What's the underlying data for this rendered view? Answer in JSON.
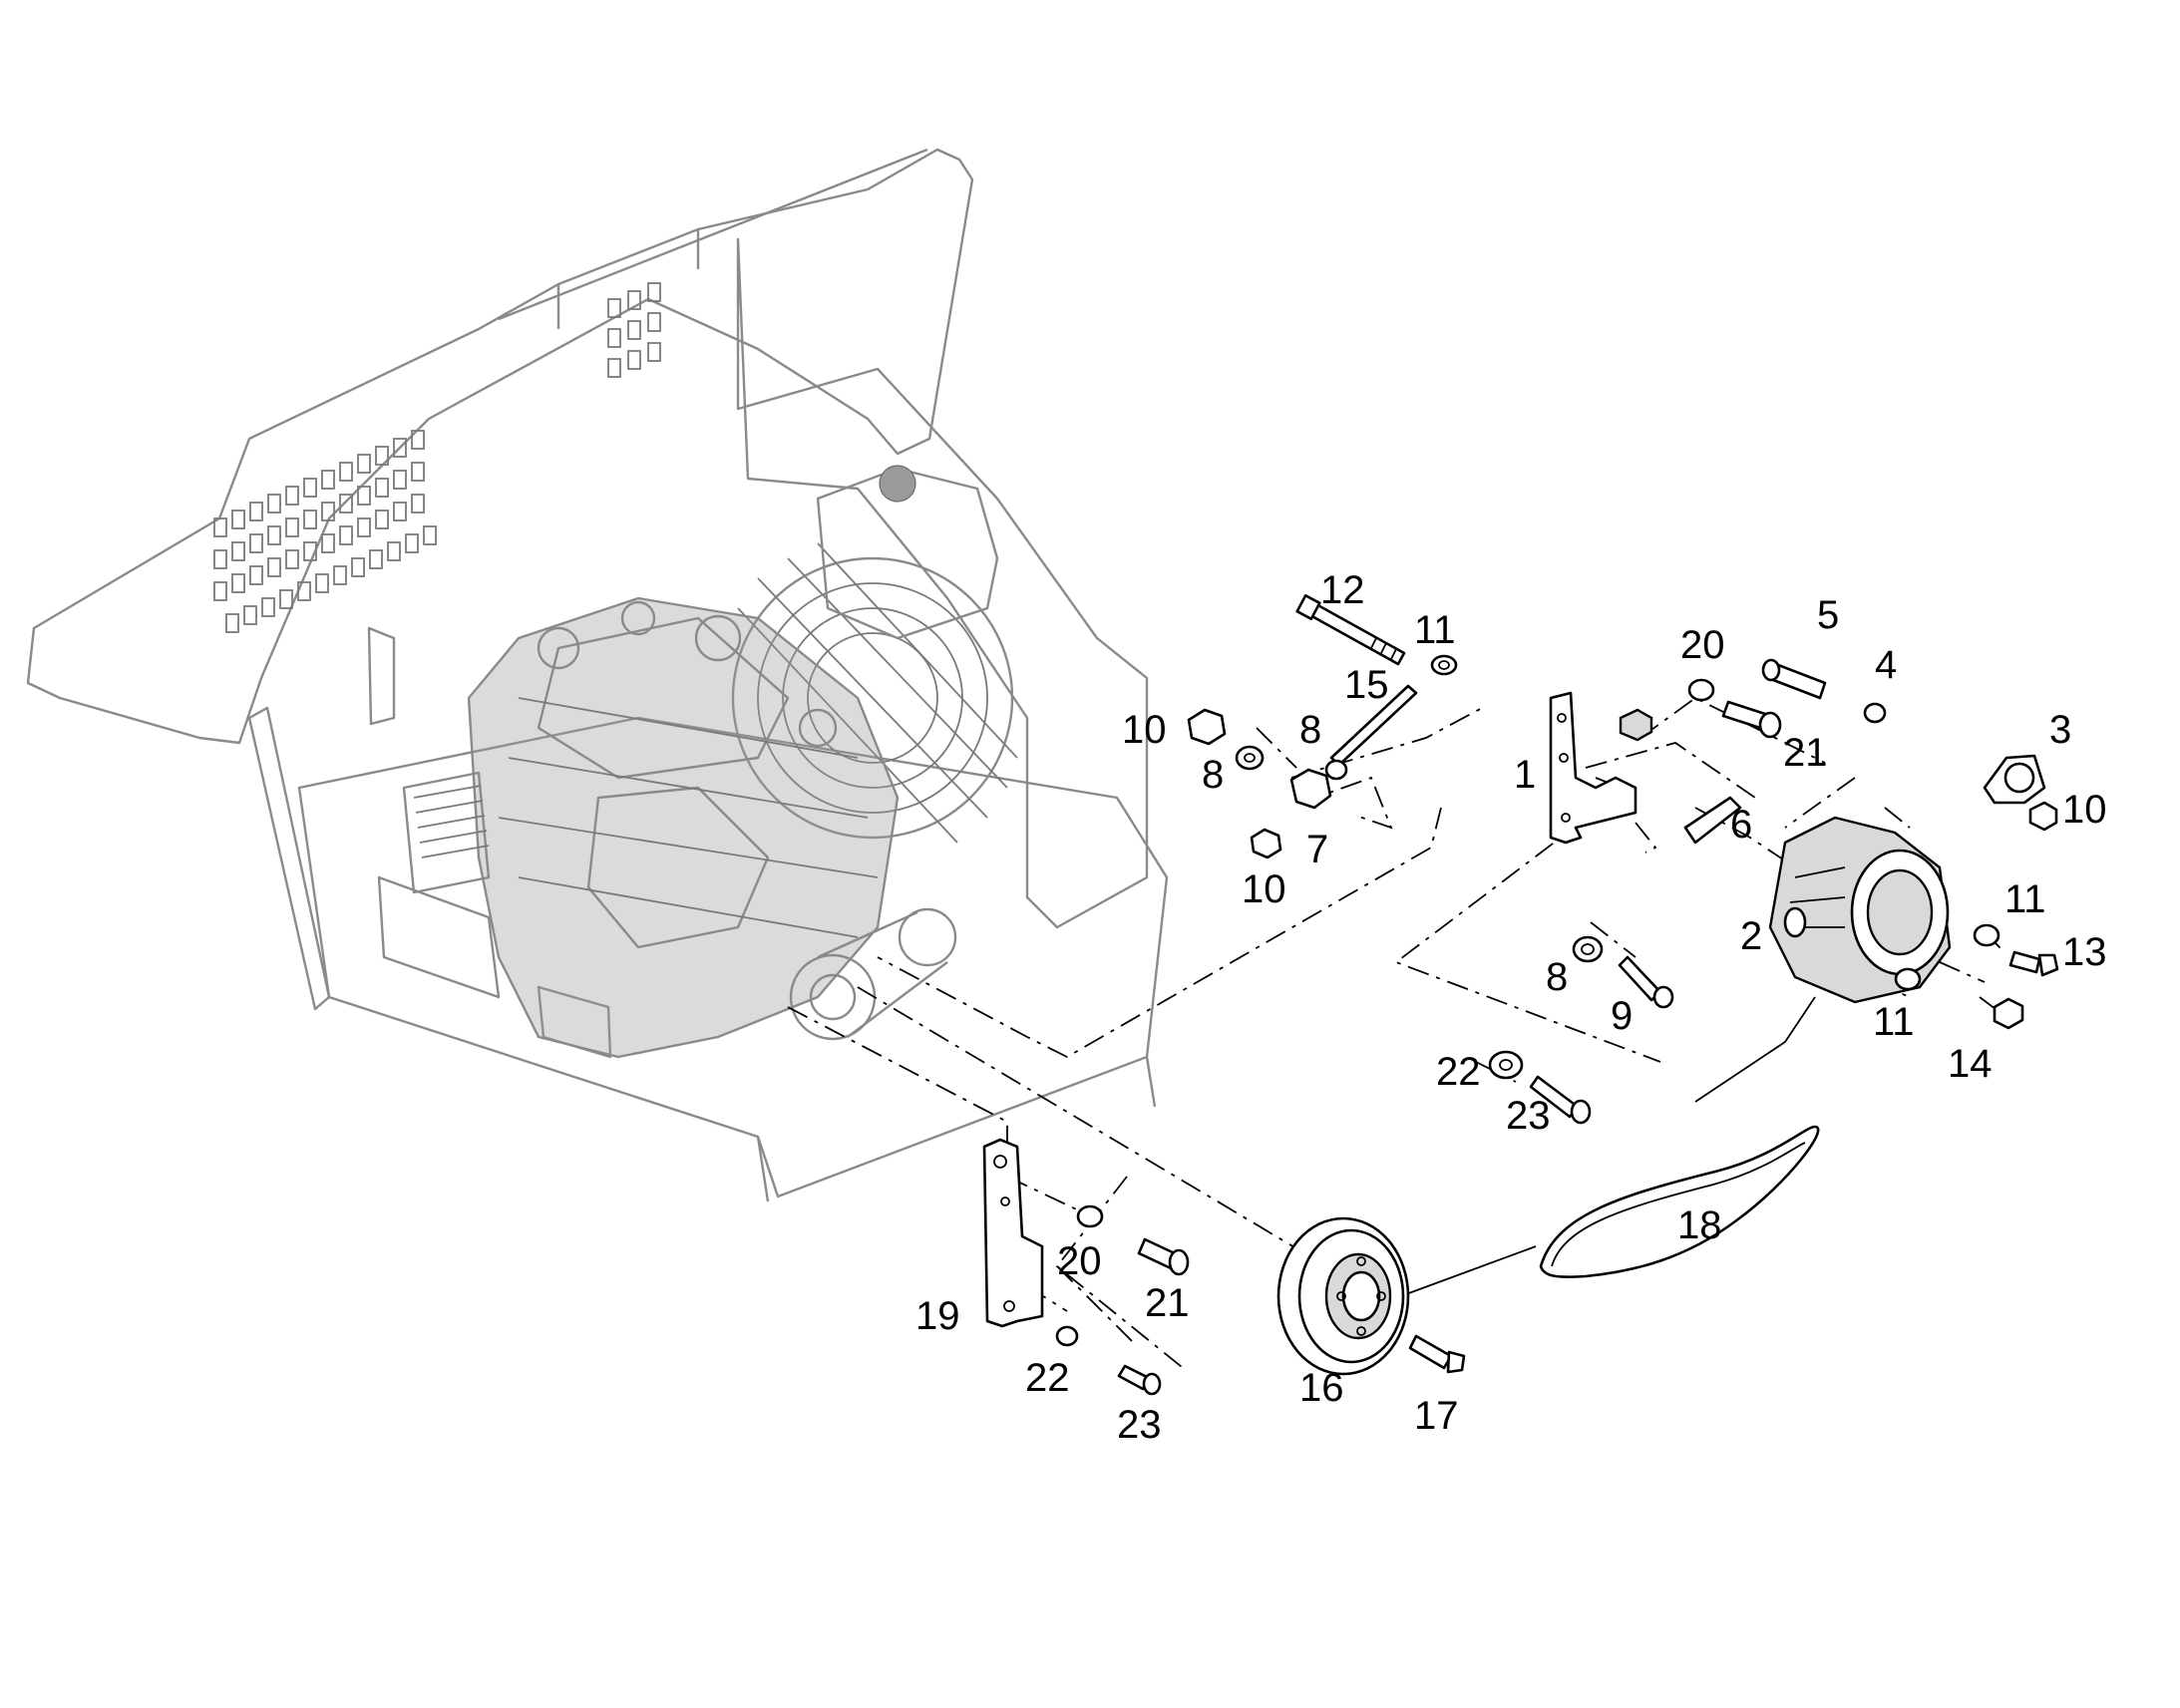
{
  "callouts": {
    "c1": "1",
    "c2": "2",
    "c3": "3",
    "c4": "4",
    "c5": "5",
    "c6": "6",
    "c7": "7",
    "c8a": "8",
    "c8b": "8",
    "c8c": "8",
    "c9": "9",
    "c10a": "10",
    "c10b": "10",
    "c10c": "10",
    "c11a": "11",
    "c11b": "11",
    "c11c": "11",
    "c12": "12",
    "c13": "13",
    "c14": "14",
    "c15": "15",
    "c16": "16",
    "c17": "17",
    "c18": "18",
    "c19": "19",
    "c20a": "20",
    "c20b": "20",
    "c21a": "21",
    "c21b": "21",
    "c22a": "22",
    "c22b": "22",
    "c23a": "23",
    "c23b": "23"
  }
}
